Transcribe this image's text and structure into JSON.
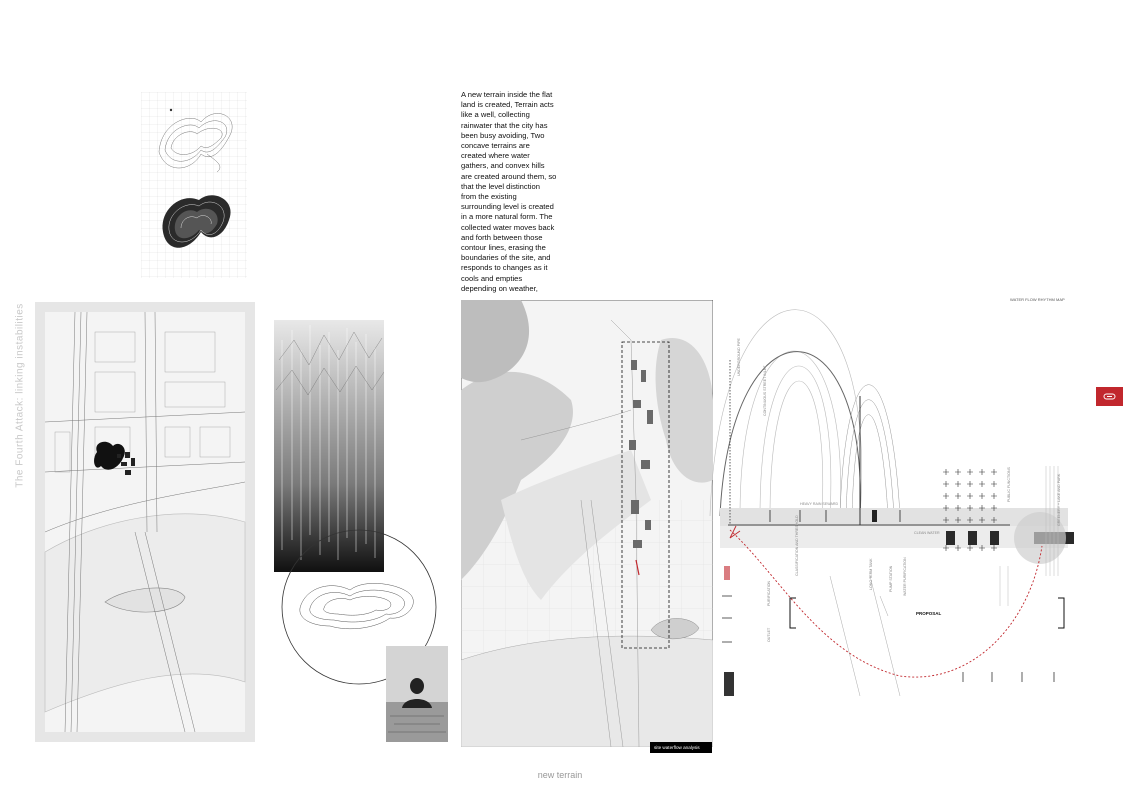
{
  "panel": {
    "side_title": "The Fourth Attack: linking instabilities",
    "intro_text": "A new terrain inside the flat land is created, Terrain acts like a well, collecting rainwater that the city has been busy avoiding, Two concave terrains are created where water gathers, and convex hills are created around them, so that the level distinction from the existing surrounding level is created in a more natural form. The collected water moves back and forth between those contour lines, erasing the boundaries of the site, and responds to changes as it cools and empties depending on weather,",
    "site_caption": "site waterflow analysis",
    "bottom_title": "new terrain"
  },
  "flow_diagram": {
    "title": "WATER FLOW RHYTHM MAP",
    "proposal_label": "PROPOSAL",
    "labels": [
      "HEAVY RAIN SEWARD",
      "CLEAN WATER",
      "UNDERGROUND PIPE",
      "CONTINUOUS STREET INLET",
      "CLASSIFICATION AND THRESHOLD",
      "LONG TERM TANK",
      "PUMP STATION",
      "WATER PURIFICATION",
      "PURIFICATION",
      "OUTLET",
      "PUBLIC FUNCTIONS",
      "GREENERY + LAKE AND PARK"
    ]
  },
  "colors": {
    "accent_red": "#c1272d",
    "ink": "#111111",
    "grey": "#9a9a9a"
  }
}
